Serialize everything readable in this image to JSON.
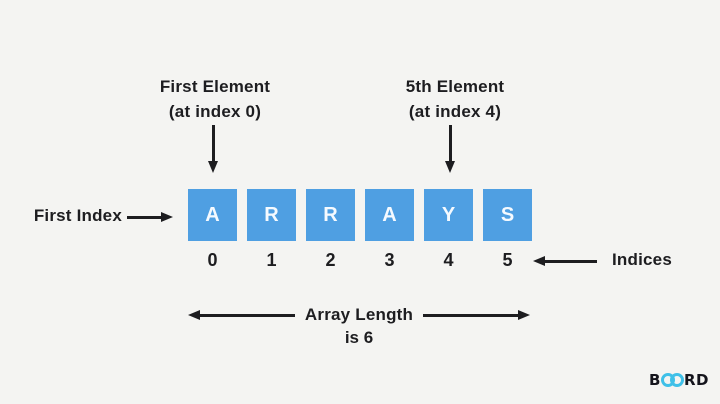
{
  "colors": {
    "background": "#f4f4f2",
    "cell_blue": "#4f9fe2",
    "ink": "#1d1d20",
    "logo_ring_blue": "#3fc0e8",
    "logo_text": "#14141c"
  },
  "labels": {
    "first_element": [
      "First Element",
      "(at index 0)"
    ],
    "fifth_element": [
      "5th Element",
      "(at index 4)"
    ],
    "first_index": "First Index",
    "indices": "Indices",
    "array_length": "Array Length",
    "array_length_sub": "is 6"
  },
  "array": {
    "letters": [
      "A",
      "R",
      "R",
      "A",
      "Y",
      "S"
    ],
    "indices": [
      "0",
      "1",
      "2",
      "3",
      "4",
      "5"
    ]
  },
  "logo": {
    "prefix": "B",
    "rings_icon": "infinity-rings",
    "suffix": "RD"
  }
}
